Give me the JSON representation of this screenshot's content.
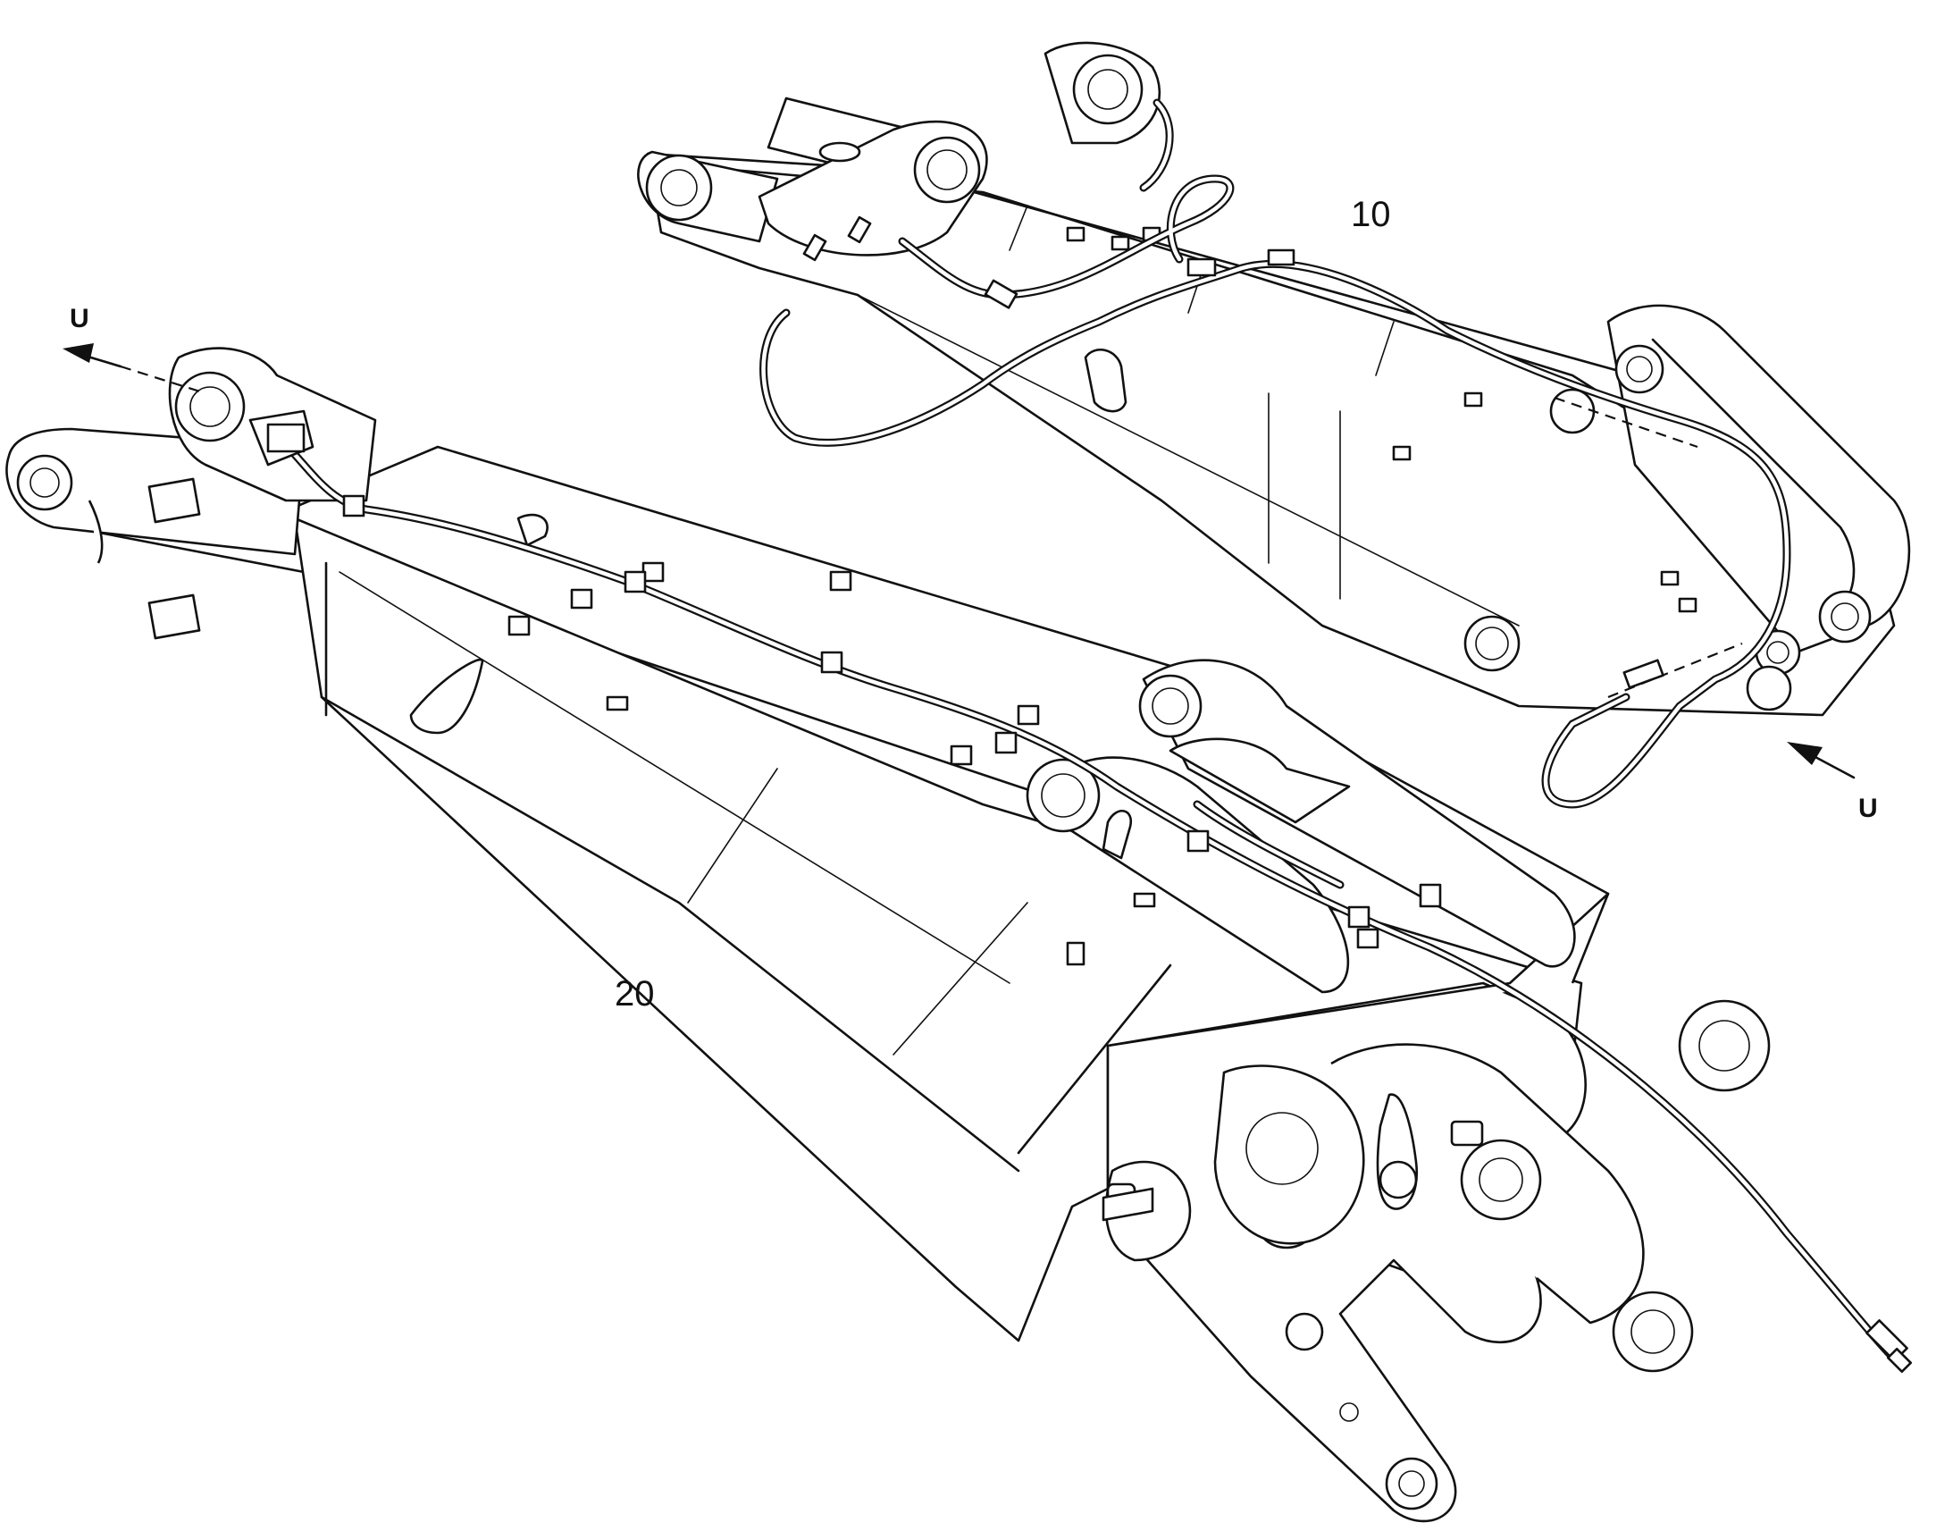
{
  "callouts": {
    "upper_assembly": "10",
    "lower_assembly": "20"
  },
  "view_markers": {
    "left": "U",
    "right": "U"
  }
}
